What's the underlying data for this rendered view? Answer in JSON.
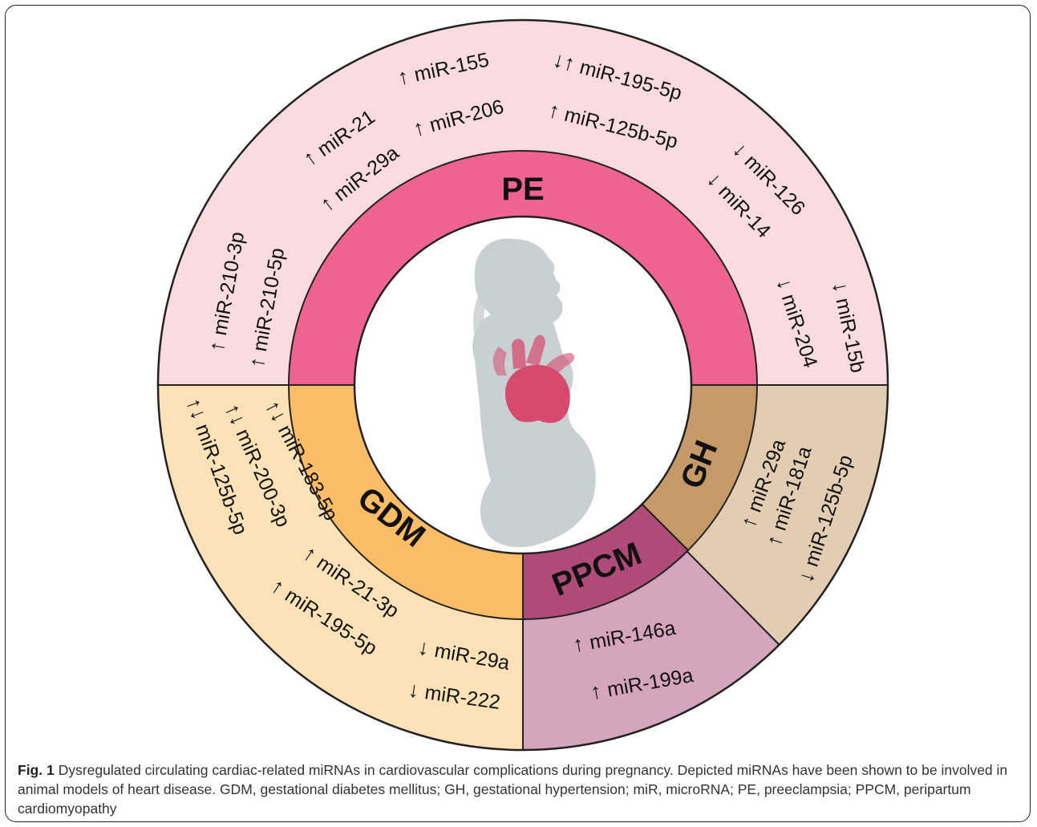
{
  "colors": {
    "pe_outer": "#fadbe0",
    "pe_inner": "#ef6391",
    "gdm_outer": "#fde1b7",
    "gdm_inner": "#fcbd66",
    "ppcm_outer": "#d4a5bd",
    "ppcm_inner": "#b04a79",
    "gh_outer": "#e2cdb2",
    "gh_inner": "#c69a68",
    "silhouette": "#c9d0d2",
    "heart": "#d64a6e"
  },
  "icons": [
    "pregnant-woman-silhouette-icon",
    "heart-icon",
    "up-arrow-icon",
    "down-arrow-icon",
    "up-down-arrows-icon"
  ],
  "categories": {
    "pe": "PE",
    "gdm": "GDM",
    "ppcm": "PPCM",
    "gh": "GH"
  },
  "mirnas": {
    "pe": [
      {
        "arrow": "↑",
        "name": "miR-210-3p"
      },
      {
        "arrow": "↑",
        "name": "miR-210-5p"
      },
      {
        "arrow": "↑",
        "name": "miR-21"
      },
      {
        "arrow": "↑",
        "name": "miR-29a"
      },
      {
        "arrow": "↑",
        "name": "miR-155"
      },
      {
        "arrow": "↑",
        "name": "miR-206"
      },
      {
        "arrow": "↓↑",
        "name": "miR-195-5p"
      },
      {
        "arrow": "↑",
        "name": "miR-125b-5p"
      },
      {
        "arrow": "↓",
        "name": "miR-126"
      },
      {
        "arrow": "↓",
        "name": "miR-14"
      },
      {
        "arrow": "↓",
        "name": "miR-15b"
      },
      {
        "arrow": "↓",
        "name": "miR-204"
      }
    ],
    "gdm": [
      {
        "arrow": "↑↓",
        "name": "miR-125b-5p"
      },
      {
        "arrow": "↑↓",
        "name": "miR-200-3p"
      },
      {
        "arrow": "↑↓",
        "name": "miR-183-5p"
      },
      {
        "arrow": "↑",
        "name": "miR-21-3p"
      },
      {
        "arrow": "↑",
        "name": "miR-195-5p"
      },
      {
        "arrow": "↓",
        "name": "miR-29a"
      },
      {
        "arrow": "↓",
        "name": "miR-222"
      }
    ],
    "ppcm": [
      {
        "arrow": "↑",
        "name": "miR-146a"
      },
      {
        "arrow": "↑",
        "name": "miR-199a"
      }
    ],
    "gh": [
      {
        "arrow": "↑",
        "name": "miR-29a"
      },
      {
        "arrow": "↑",
        "name": "miR-181a"
      },
      {
        "arrow": "↓",
        "name": "miR-125b-5p"
      }
    ]
  },
  "caption": {
    "label": "Fig. 1",
    "text": "Dysregulated circulating cardiac-related miRNAs in cardiovascular complications during pregnancy. Depicted miRNAs have been shown to be involved in animal models of heart disease. GDM, gestational diabetes mellitus; GH, gestational hypertension; miR, microRNA; PE, preeclampsia; PPCM, peripartum cardiomyopathy"
  }
}
